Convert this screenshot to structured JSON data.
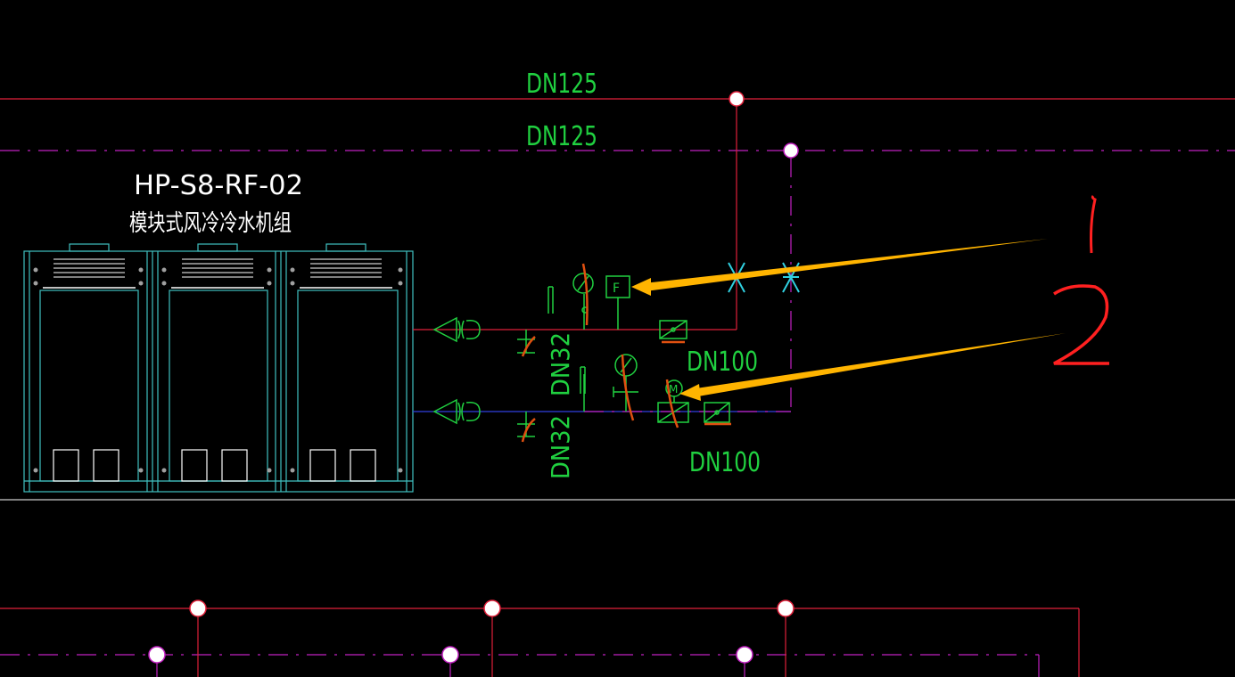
{
  "colors": {
    "background": "#000000",
    "supply_pipe": "#e0203a",
    "return_pipe": "#c020c0",
    "text_green": "#20d040",
    "equipment": "#40c0c0",
    "white": "#ffffff",
    "annotation_orange": "#ffb400",
    "annotation_red": "#ff2020",
    "hatch_orange": "#e05010",
    "symbol_cyan": "#30d0e0"
  },
  "labels": {
    "pipe_top_supply": "DN125",
    "pipe_top_return": "DN125",
    "unit_code": "HP-S8-RF-02",
    "unit_name": "模块式风冷冷水机组",
    "branch_supply_dn": "DN32",
    "branch_return_dn": "DN32",
    "main_supply_dn": "DN100",
    "main_return_dn": "DN100",
    "flow_switch_letter": "F",
    "motor_valve_letter": "M"
  },
  "annotations": {
    "mark_1": "1",
    "mark_2": "2"
  }
}
